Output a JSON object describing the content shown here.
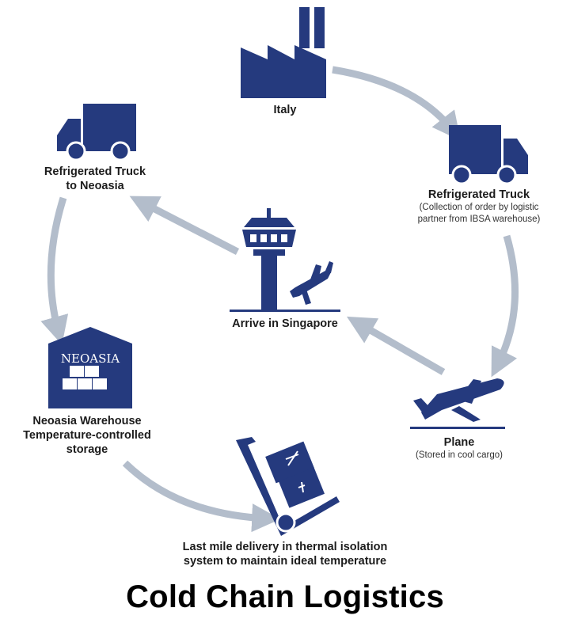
{
  "colors": {
    "icon": "#253a7e",
    "arrow": "#b3bdcb",
    "arrow_shadow": "#8f9aab"
  },
  "nodes": {
    "italy": {
      "title": "Italy",
      "icon": "factory-icon"
    },
    "truck_collect": {
      "title": "Refrigerated Truck",
      "subtitle_1": "(Collection of order by logistic",
      "subtitle_2": "partner from IBSA warehouse)",
      "icon": "truck-icon"
    },
    "plane": {
      "title": "Plane",
      "subtitle": "(Stored in cool cargo)",
      "icon": "plane-icon"
    },
    "last_mile": {
      "title_1": "Last mile delivery in thermal isolation",
      "title_2": "system to maintain ideal temperature",
      "icon": "hand-truck-icon"
    },
    "warehouse": {
      "title_1": "Neoasia Warehouse",
      "title_2": "Temperature-controlled",
      "title_3": "storage",
      "sign": "NEOASIA",
      "icon": "warehouse-icon"
    },
    "truck_neoasia": {
      "title_1": "Refrigerated Truck",
      "title_2": "to Neoasia",
      "icon": "truck-icon"
    },
    "singapore": {
      "title": "Arrive in Singapore",
      "icon": "control-tower-icon"
    }
  },
  "caption": "Cold Chain Logistics"
}
